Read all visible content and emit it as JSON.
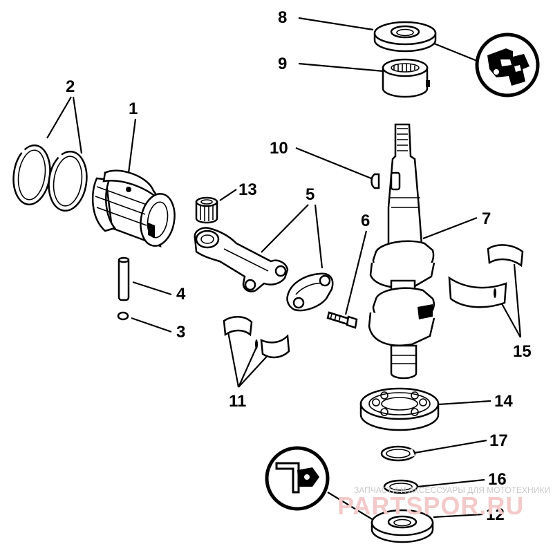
{
  "callouts": {
    "p1": "1",
    "p2": "2",
    "p3": "3",
    "p4": "4",
    "p5": "5",
    "p6": "6",
    "p7": "7",
    "p8": "8",
    "p9": "9",
    "p10": "10",
    "p11": "11",
    "p12": "12",
    "p13": "13",
    "p14": "14",
    "p15": "15",
    "p16": "16",
    "p17": "17"
  },
  "watermark": {
    "tagline": "ЗАПЧАСТИ И АКСЕССУАРЫ ДЛЯ МОТОТЕХНИКИ",
    "site": "PARTSPOR.RU"
  },
  "colors": {
    "ink": "#000000",
    "paper": "#ffffff",
    "watermark": "#f3c9c9"
  },
  "icons": [
    "sealer-tube-icon",
    "grease-tube-icon"
  ]
}
